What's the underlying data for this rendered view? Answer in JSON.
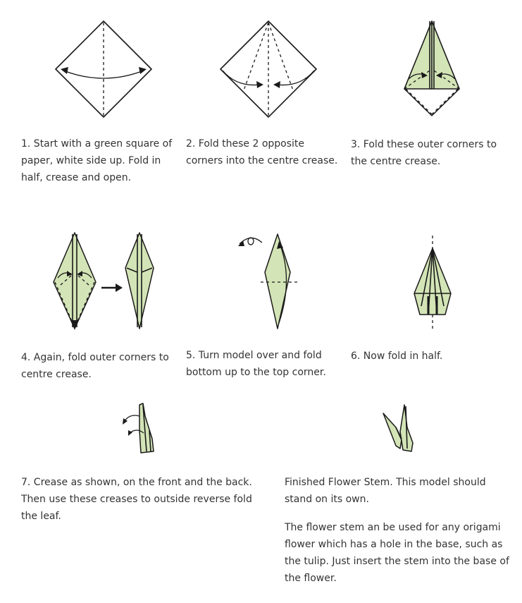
{
  "steps": [
    {
      "caption": "1. Start with a green square of paper, white side up. Fold in half, crease and open."
    },
    {
      "caption": "2. Fold these 2 opposite corners into the centre crease."
    },
    {
      "caption": "3. Fold these outer corners to the centre crease."
    },
    {
      "caption": "4. Again, fold outer corners to centre crease."
    },
    {
      "caption": "5. Turn model over and fold bottom up to the top corner."
    },
    {
      "caption": "6. Now fold in half."
    },
    {
      "caption": "7. Crease as shown, on the front and the back. Then use these creases to outside reverse fold the leaf."
    }
  ],
  "finished": {
    "caption": "Finished Flower Stem. This model should stand on its own.",
    "note": "The flower stem an be used for any origami flower which has a hole in the base, such as the tulip. Just insert the stem into the base of the flower."
  },
  "colors": {
    "paper_green": "#d3e4b6",
    "outline": "#1a1a1a",
    "text": "#333333"
  }
}
